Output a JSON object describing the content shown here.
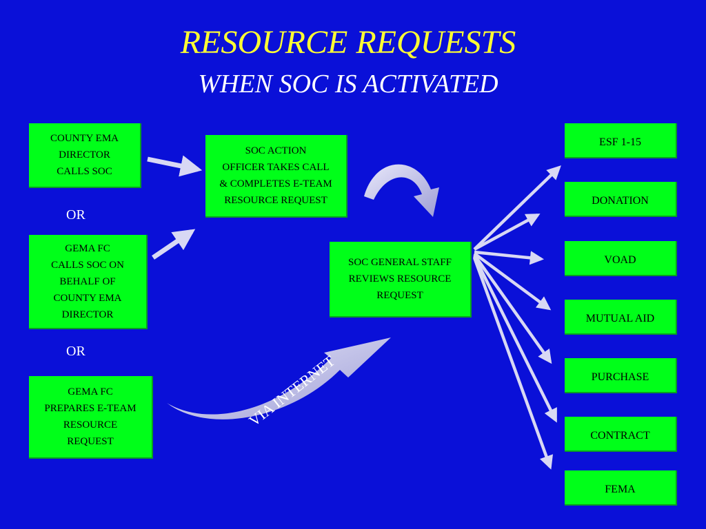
{
  "title": "RESOURCE REQUESTS",
  "subtitle": "WHEN SOC IS ACTIVATED",
  "sources": [
    {
      "label": "COUNTY EMA\nDIRECTOR\nCALLS SOC"
    },
    {
      "label": "GEMA FC\nCALLS SOC ON\nBEHALF OF\nCOUNTY EMA\nDIRECTOR"
    },
    {
      "label": "GEMA FC\nPREPARES E-TEAM\nRESOURCE\nREQUEST"
    }
  ],
  "or_labels": [
    "OR",
    "OR"
  ],
  "action_officer": {
    "label": "SOC ACTION\nOFFICER TAKES CALL\n& COMPLETES E-TEAM\nRESOURCE REQUEST"
  },
  "general_staff": {
    "label": "SOC GENERAL STAFF\nREVIEWS RESOURCE\nREQUEST"
  },
  "via_label": "VIA INTERNET",
  "destinations": [
    {
      "label": "ESF 1-15"
    },
    {
      "label": "DONATION"
    },
    {
      "label": "VOAD"
    },
    {
      "label": "MUTUAL AID"
    },
    {
      "label": "PURCHASE"
    },
    {
      "label": "CONTRACT"
    },
    {
      "label": "FEMA"
    }
  ],
  "colors": {
    "background": "#0a10d8",
    "box": "#00ff19",
    "title": "#ffff33",
    "arrow": "#c8c8f0"
  }
}
